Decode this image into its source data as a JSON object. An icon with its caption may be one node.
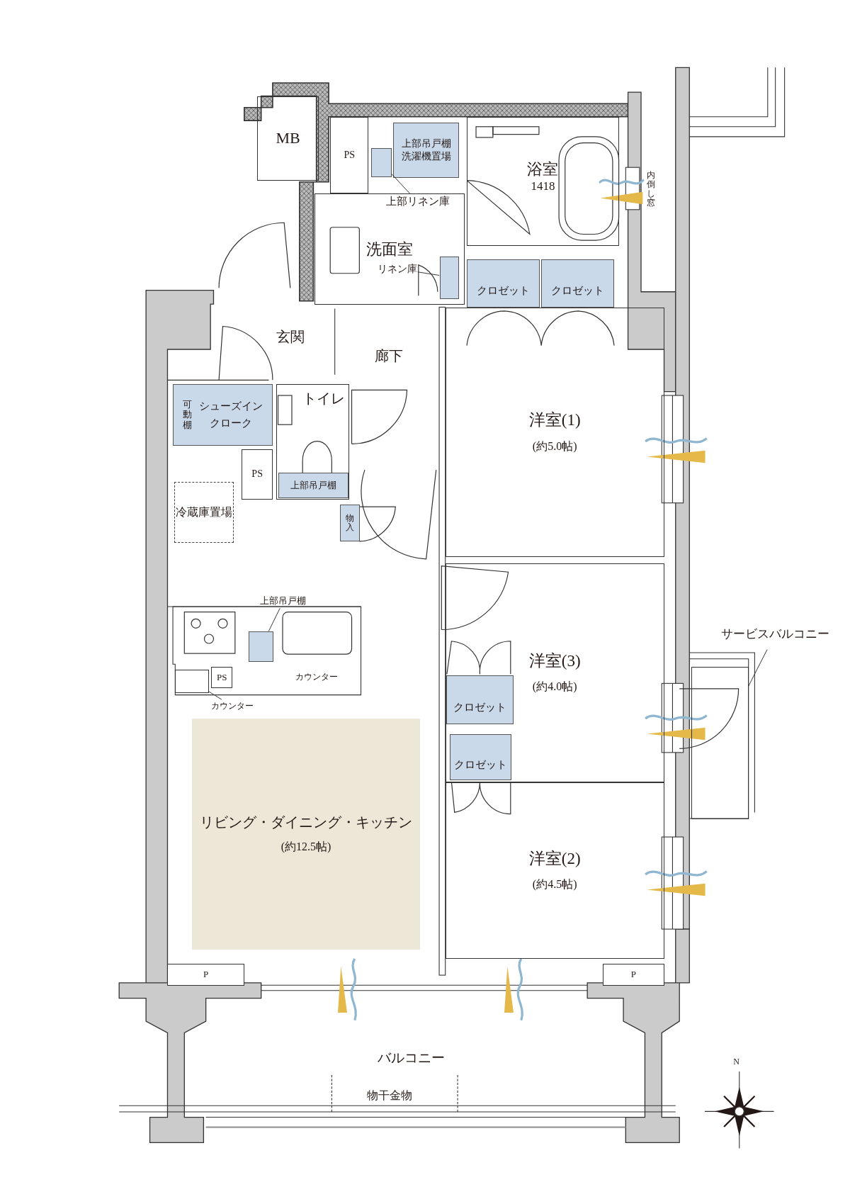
{
  "diagram": {
    "nodes": [
      {
        "text": [
          "MB"
        ]
      },
      {
        "text": [
          "PS"
        ]
      },
      {
        "text": [
          "上部吊戸棚",
          "洗濯機置場"
        ]
      },
      {
        "text": [],
        "shape": "box"
      },
      {
        "text": [
          "浴室",
          "1418"
        ]
      },
      {
        "text": [
          "洗面室"
        ]
      },
      {
        "text": [
          "上部リネン庫"
        ],
        "in": 5
      },
      {
        "text": [
          "リネン庫"
        ],
        "in": 5
      },
      {
        "text": [],
        "shape": "box",
        "in": 5
      },
      {
        "text": [
          "クロゼット"
        ]
      },
      {
        "text": [
          "クロゼット"
        ]
      },
      {
        "text": [
          "可動棚",
          "シューズインクローク"
        ]
      },
      {
        "text": [
          "トイレ"
        ]
      },
      {
        "text": [
          "上部吊戸棚"
        ],
        "in": 12
      },
      {
        "text": [
          "PS"
        ]
      },
      {
        "text": [
          "物入"
        ]
      },
      {
        "text": [
          "洋室(1)",
          "(約5.0帖)"
        ]
      },
      {
        "text": [
          "冷蔵庫置場"
        ]
      },
      {
        "text": [
          "上部吊戸棚"
        ]
      },
      {
        "text": [],
        "shape": "box"
      },
      {
        "text": [
          "PS"
        ]
      },
      {
        "text": [
          "カウンター"
        ]
      },
      {
        "text": [],
        "shape": "box"
      },
      {
        "text": [
          "洋室(3)",
          "(約4.0帖)"
        ]
      },
      {
        "text": [
          "クロゼット"
        ],
        "in": 23
      },
      {
        "text": [
          "クロゼット"
        ],
        "in": 23
      },
      {
        "text": [
          "サービスバルコニー"
        ]
      },
      {
        "text": [],
        "shape": "box"
      },
      {
        "text": [
          "リビング・ダイニング・キッチン",
          "(約12.5帖)"
        ]
      },
      {
        "text": [
          "洋室(2)",
          "(約4.5帖)"
        ]
      },
      {
        "text": [
          "P"
        ]
      },
      {
        "text": [
          "P"
        ]
      }
    ],
    "edges": [
      {
        "from": 6,
        "to": 3,
        "arrow": "none"
      },
      {
        "from": 7,
        "to": 8,
        "arrow": "none"
      },
      {
        "from": 18,
        "to": 19,
        "arrow": "none"
      },
      {
        "from": 21,
        "to": 22,
        "arrow": "none"
      },
      {
        "from": 26,
        "to": 27,
        "arrow": "none"
      }
    ],
    "labels": [
      "内倒し窓",
      "玄関",
      "廊下",
      "カウンター",
      "バルコニー",
      "物干金物",
      "N"
    ]
  }
}
